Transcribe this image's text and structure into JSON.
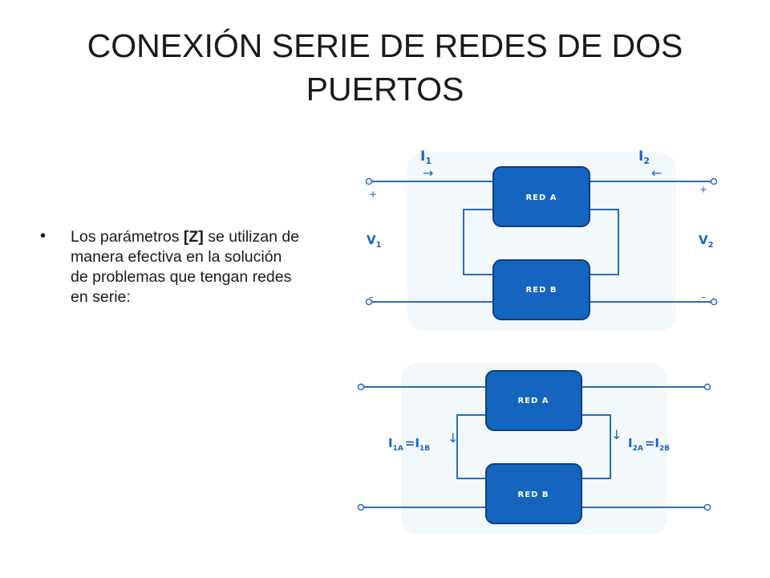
{
  "slide": {
    "title": "CONEXIÓN SERIE DE REDES DE DOS PUERTOS",
    "bullet": {
      "prefix": "Los parámetros ",
      "bold": "[Z]",
      "suffix": " se utilizan de manera efectiva en la solución de problemas que tengan redes en serie:"
    }
  },
  "diagram_top": {
    "box_a": "RED A",
    "box_b": "RED B",
    "i1": "I",
    "i1_sub": "1",
    "i2": "I",
    "i2_sub": "2",
    "arrow_right": "→",
    "arrow_left": "←",
    "v1": "V",
    "v1_sub": "1",
    "v2": "V",
    "v2_sub": "2",
    "plus": "+",
    "minus": "–"
  },
  "diagram_bottom": {
    "box_a": "RED A",
    "box_b": "RED B",
    "left_eq": {
      "i": "I",
      "sub_a": "1A",
      "eq": "=",
      "i2": "I",
      "sub_b": "1B"
    },
    "right_eq": {
      "i": "I",
      "sub_a": "2A",
      "eq": "=",
      "i2": "I",
      "sub_b": "2B"
    },
    "arrow_down": "↓"
  },
  "colors": {
    "box_fill": "#1565c0",
    "box_stroke": "#0d3f7a",
    "wire": "#2a6bb8",
    "panel_bg": "#f3f8fc",
    "accent_arrow": "#2b9a8a"
  }
}
